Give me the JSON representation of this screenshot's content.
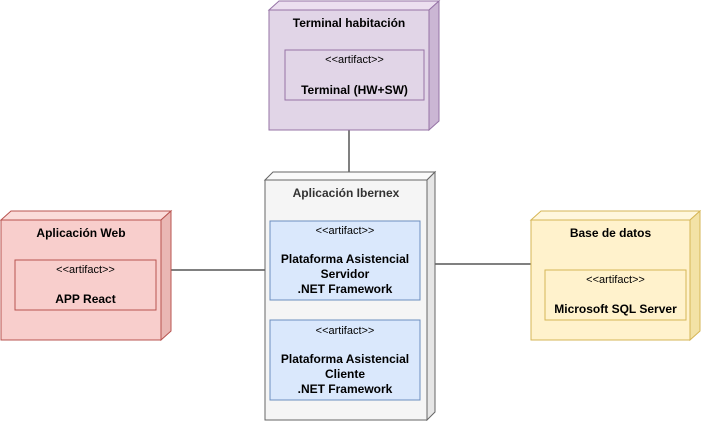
{
  "stereotype": "<<artifact>>",
  "nodes": {
    "terminal": {
      "title": "Terminal habitación",
      "artifact": "Terminal (HW+SW)",
      "fill": "#e1d5e7",
      "stroke": "#9673a6"
    },
    "ibernex": {
      "title": "Aplicación Ibernex",
      "fill": "#f5f5f5",
      "stroke": "#666666",
      "artifacts": [
        {
          "line1": "Plataforma Asistencial",
          "line2": "Servidor",
          "line3": ".NET Framework"
        },
        {
          "line1": "Plataforma Asistencial",
          "line2": "Cliente",
          "line3": ".NET Framework"
        }
      ],
      "artifact_fill": "#dae8fc",
      "artifact_stroke": "#6c8ebf"
    },
    "web": {
      "title": "Aplicación Web",
      "artifact": "APP React",
      "fill": "#f8cecc",
      "stroke": "#b85450"
    },
    "db": {
      "title": "Base de datos",
      "artifact": "Microsoft SQL Server",
      "fill": "#fff2cc",
      "stroke": "#d6b656"
    }
  }
}
